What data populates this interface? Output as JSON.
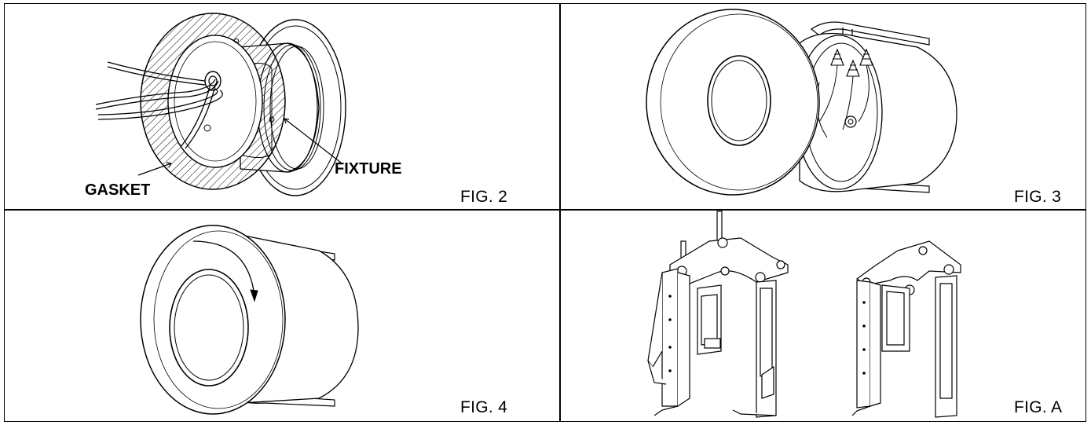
{
  "figures": {
    "fig2": {
      "label": "FIG. 2",
      "callouts": {
        "gasket": "GASKET",
        "fixture": "FIXTURE"
      }
    },
    "fig3": {
      "label": "FIG. 3"
    },
    "fig4": {
      "label": "FIG. 4"
    },
    "figA": {
      "label": "FIG. A"
    }
  }
}
